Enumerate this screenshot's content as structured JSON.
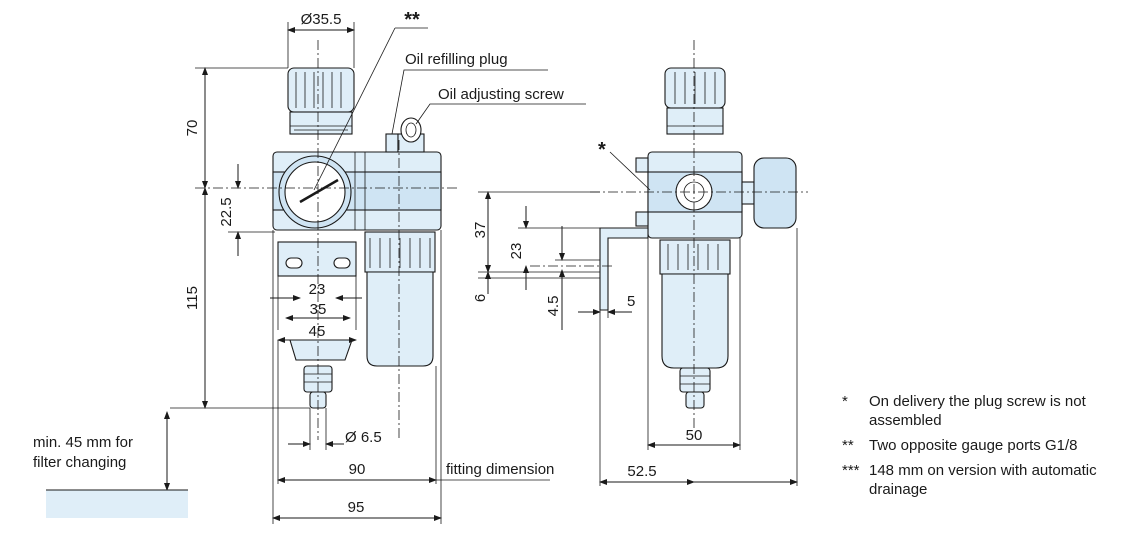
{
  "callouts": {
    "double_star": "**",
    "single_star": "*",
    "oil_refilling_plug": "Oil refilling plug",
    "oil_adjusting_screw": "Oil adjusting screw",
    "fitting_dimension": "fitting dimension",
    "filter_changing": [
      "min. 45 mm for",
      "filter changing"
    ]
  },
  "dimensions": {
    "knob_diameter": "Ø35.5",
    "height_top": "70",
    "height_bottom": "115",
    "port_offset": "22.5",
    "slot_23": "23",
    "slot_35": "35",
    "slot_45": "45",
    "drain_diameter": "Ø 6.5",
    "fitting_90": "90",
    "overall_95": "95",
    "bracket_37": "37",
    "bracket_23": "23",
    "bracket_6": "6",
    "bracket_4_5": "4.5",
    "bracket_5": "5",
    "side_width_50": "50",
    "side_offset_52_5": "52.5"
  },
  "notes": [
    {
      "mark": "*",
      "text": "On delivery the plug screw is not assembled"
    },
    {
      "mark": "**",
      "text": "Two opposite gauge ports G1/8"
    },
    {
      "mark": "***",
      "text": "148 mm on version with automatic drainage"
    }
  ]
}
